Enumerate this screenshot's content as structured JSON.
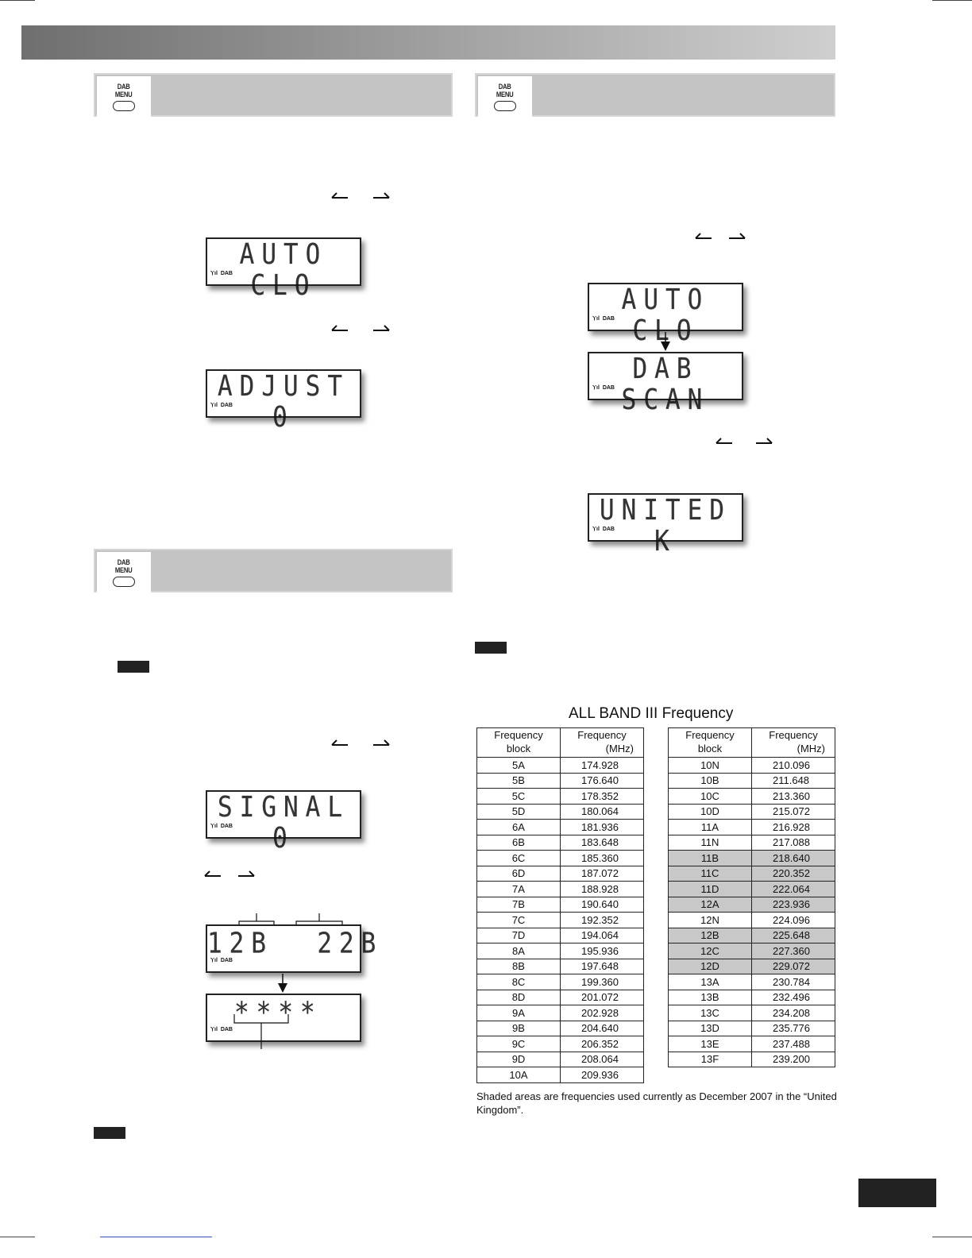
{
  "sections": [
    {
      "button": {
        "label_line1": "DAB",
        "label_line2": "MENU"
      }
    },
    {
      "button": {
        "label_line1": "DAB",
        "label_line2": "MENU"
      }
    },
    {
      "button": {
        "label_line1": "DAB",
        "label_line2": "MENU"
      }
    }
  ],
  "displays": {
    "indicator": "DAB",
    "auto_clock": "AUTO CLO",
    "adjust": "ADJUST 0",
    "signal": "SIGNAL 0",
    "block_quality": "12B  22B",
    "asterisks": "****",
    "auto_clock_right": "AUTO CLO",
    "dab_scan": "DAB SCAN",
    "united_k": "UNITED K"
  },
  "frequency_table": {
    "title": "ALL BAND   III   Frequency",
    "header": {
      "block_line1": "Frequency",
      "block_line2": "block",
      "freq_line1": "Frequency",
      "freq_line2": "(MHz)"
    },
    "left": [
      {
        "block": "5A",
        "freq": "174.928"
      },
      {
        "block": "5B",
        "freq": "176.640"
      },
      {
        "block": "5C",
        "freq": "178.352"
      },
      {
        "block": "5D",
        "freq": "180.064"
      },
      {
        "block": "6A",
        "freq": "181.936"
      },
      {
        "block": "6B",
        "freq": "183.648"
      },
      {
        "block": "6C",
        "freq": "185.360"
      },
      {
        "block": "6D",
        "freq": "187.072"
      },
      {
        "block": "7A",
        "freq": "188.928"
      },
      {
        "block": "7B",
        "freq": "190.640"
      },
      {
        "block": "7C",
        "freq": "192.352"
      },
      {
        "block": "7D",
        "freq": "194.064"
      },
      {
        "block": "8A",
        "freq": "195.936"
      },
      {
        "block": "8B",
        "freq": "197.648"
      },
      {
        "block": "8C",
        "freq": "199.360"
      },
      {
        "block": "8D",
        "freq": "201.072"
      },
      {
        "block": "9A",
        "freq": "202.928"
      },
      {
        "block": "9B",
        "freq": "204.640"
      },
      {
        "block": "9C",
        "freq": "206.352"
      },
      {
        "block": "9D",
        "freq": "208.064"
      },
      {
        "block": "10A",
        "freq": "209.936"
      }
    ],
    "right": [
      {
        "block": "10N",
        "freq": "210.096",
        "shaded": false
      },
      {
        "block": "10B",
        "freq": "211.648",
        "shaded": false
      },
      {
        "block": "10C",
        "freq": "213.360",
        "shaded": false
      },
      {
        "block": "10D",
        "freq": "215.072",
        "shaded": false
      },
      {
        "block": "11A",
        "freq": "216.928",
        "shaded": false
      },
      {
        "block": "11N",
        "freq": "217.088",
        "shaded": false
      },
      {
        "block": "11B",
        "freq": "218.640",
        "shaded": true
      },
      {
        "block": "11C",
        "freq": "220.352",
        "shaded": true
      },
      {
        "block": "11D",
        "freq": "222.064",
        "shaded": true
      },
      {
        "block": "12A",
        "freq": "223.936",
        "shaded": true
      },
      {
        "block": "12N",
        "freq": "224.096",
        "shaded": false
      },
      {
        "block": "12B",
        "freq": "225.648",
        "shaded": true
      },
      {
        "block": "12C",
        "freq": "227.360",
        "shaded": true
      },
      {
        "block": "12D",
        "freq": "229.072",
        "shaded": true
      },
      {
        "block": "13A",
        "freq": "230.784",
        "shaded": false
      },
      {
        "block": "13B",
        "freq": "232.496",
        "shaded": false
      },
      {
        "block": "13C",
        "freq": "234.208",
        "shaded": false
      },
      {
        "block": "13D",
        "freq": "235.776",
        "shaded": false
      },
      {
        "block": "13E",
        "freq": "237.488",
        "shaded": false
      },
      {
        "block": "13F",
        "freq": "239.200",
        "shaded": false
      }
    ]
  },
  "footnote": "Shaded areas are frequencies used currently as December 2007 in the “United Kingdom”.",
  "colors": {
    "shade": "#c8c8c8",
    "header_band": "#c3c3c3",
    "dark": "#222222"
  }
}
